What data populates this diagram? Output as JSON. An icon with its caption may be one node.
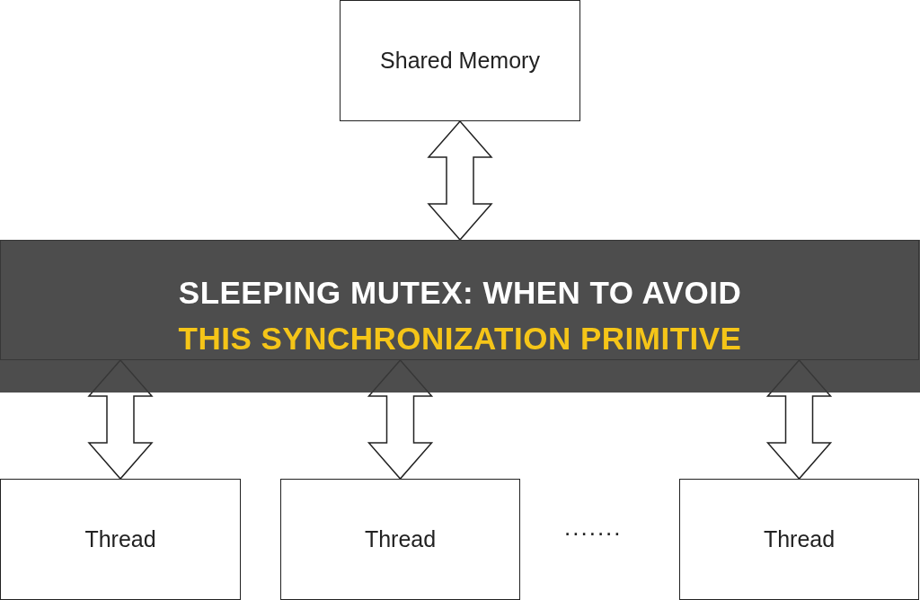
{
  "diagram": {
    "title": "SLEEPING MUTEX: WHEN TO AVOID THIS SYNCHRONIZATION PRIMITIVE",
    "nodes": [
      {
        "text": [
          "Shared Memory"
        ]
      },
      {
        "text": [],
        "shape": "box"
      },
      {
        "text": [
          "Thread"
        ]
      },
      {
        "text": [
          "Thread"
        ]
      },
      {
        "text": [
          "Thread"
        ]
      }
    ],
    "edges": [
      {
        "from": 0,
        "to": 1,
        "arrow": "both"
      },
      {
        "from": 1,
        "to": 2,
        "arrow": "both"
      },
      {
        "from": 1,
        "to": 3,
        "arrow": "both"
      },
      {
        "from": 1,
        "to": 4,
        "arrow": "both"
      }
    ],
    "labels": [
      "......."
    ]
  }
}
